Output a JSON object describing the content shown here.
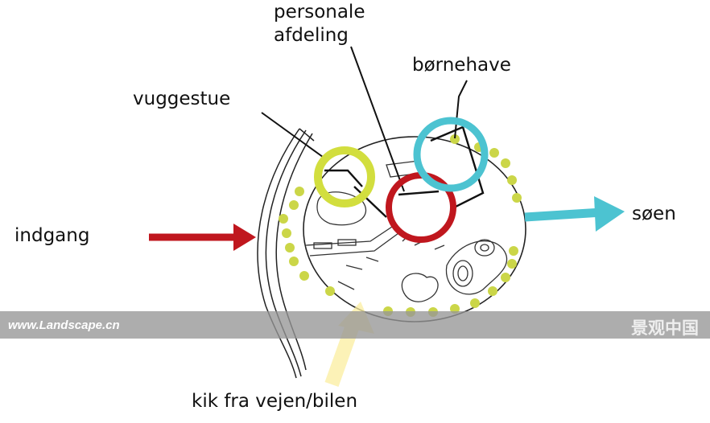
{
  "labels": {
    "personale": "personale",
    "afdeling": "afdeling",
    "bornehave": "børnehave",
    "vuggestue": "vuggestue",
    "indgang": "indgang",
    "soen": "søen",
    "kik": "kik fra vejen/bilen"
  },
  "watermark": {
    "url": "www.Landscape.cn",
    "logo": "景观中国"
  },
  "colors": {
    "yellow": "#d2de3e",
    "red": "#c0171e",
    "cyan": "#4cc3d1",
    "dots": "#cbd648",
    "faded_yellow": "#fbeea0"
  }
}
